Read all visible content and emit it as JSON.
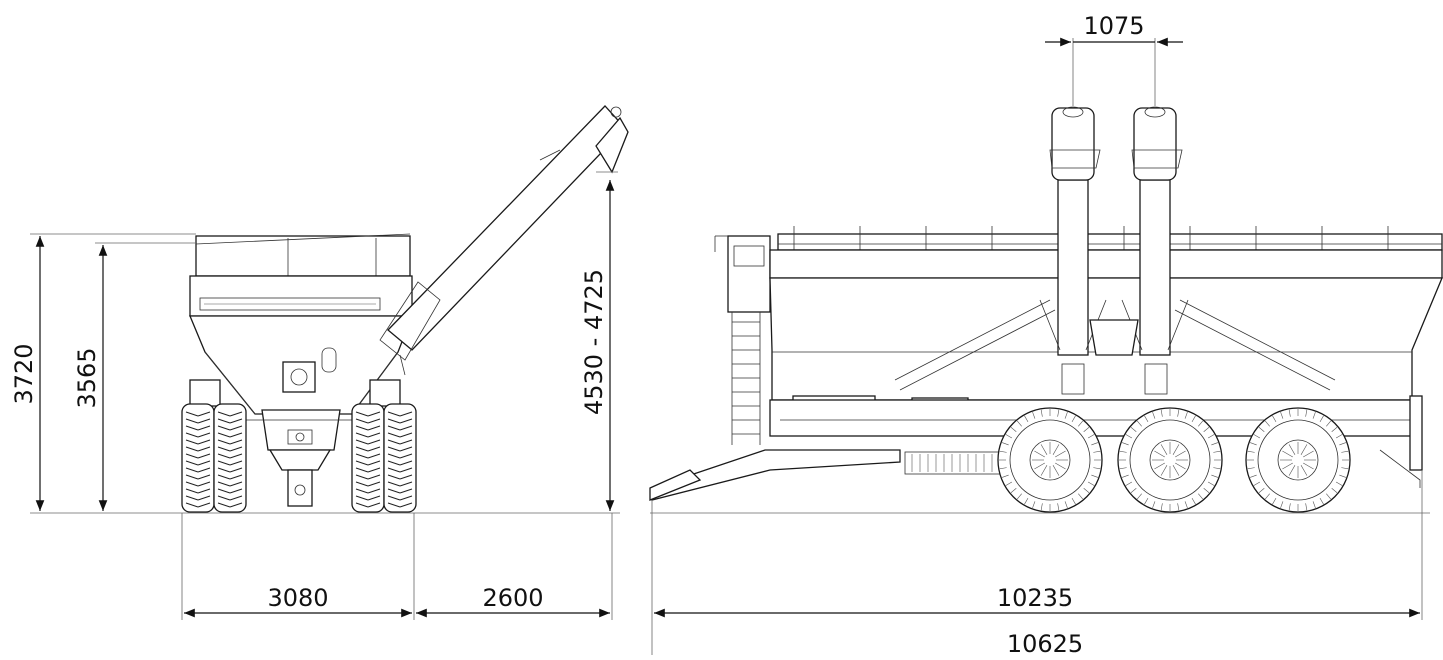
{
  "dimensions": {
    "front_overall_height": "3720",
    "front_bin_height": "3565",
    "front_width": "3080",
    "auger_reach": "2600",
    "auger_height_range": "4530 - 4725",
    "auger_spacing": "1075",
    "side_length": "10235",
    "side_overall_length": "10625"
  }
}
